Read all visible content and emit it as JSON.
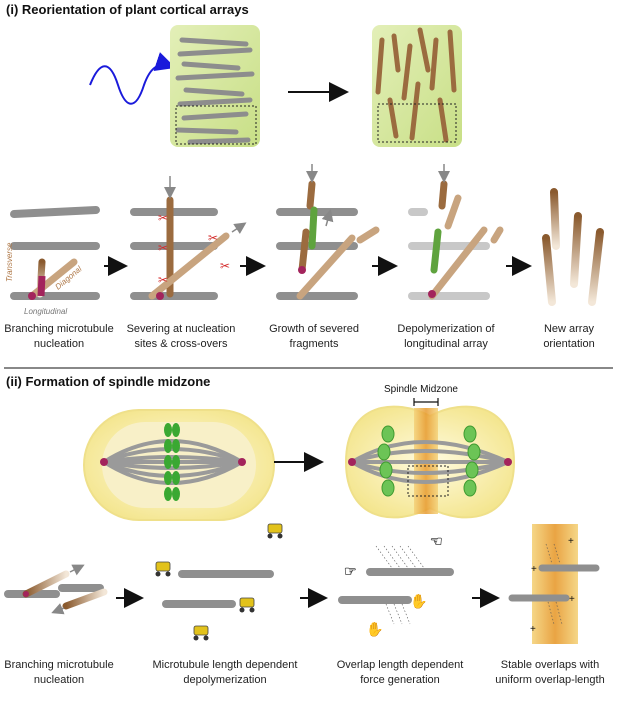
{
  "section1": {
    "title": "(i) Reorientation of plant cortical arrays",
    "captions": [
      "Branching microtubule nucleation",
      "Severing at nucleation sites & cross-overs",
      "Growth of severed fragments",
      "Depolymerization of longitudinal array",
      "New array orientation"
    ],
    "axis_labels": {
      "transverse": "Transverse",
      "diagonal": "Diagonal",
      "longitudinal": "Longitudinal"
    }
  },
  "section2": {
    "title": "(ii) Formation of spindle midzone",
    "midzone_label": "Spindle Midzone",
    "captions": [
      "Branching microtubule nucleation",
      "Microtubule length dependent depolymerization",
      "Overlap length dependent force generation",
      "Stable overlaps with uniform overlap-length"
    ],
    "plus": "+"
  },
  "colors": {
    "cell_green": "#d7e8a4",
    "cell_yellow": "#f7ef9e",
    "microtubule_gray": "#8f8f8f",
    "microtubule_brown": "#9b6b3f",
    "nucleation_magenta": "#a3245c",
    "light_arrow": "#1a1adb",
    "midzone_orange": "#e9a23b",
    "chromosome_green": "#3aa832"
  }
}
